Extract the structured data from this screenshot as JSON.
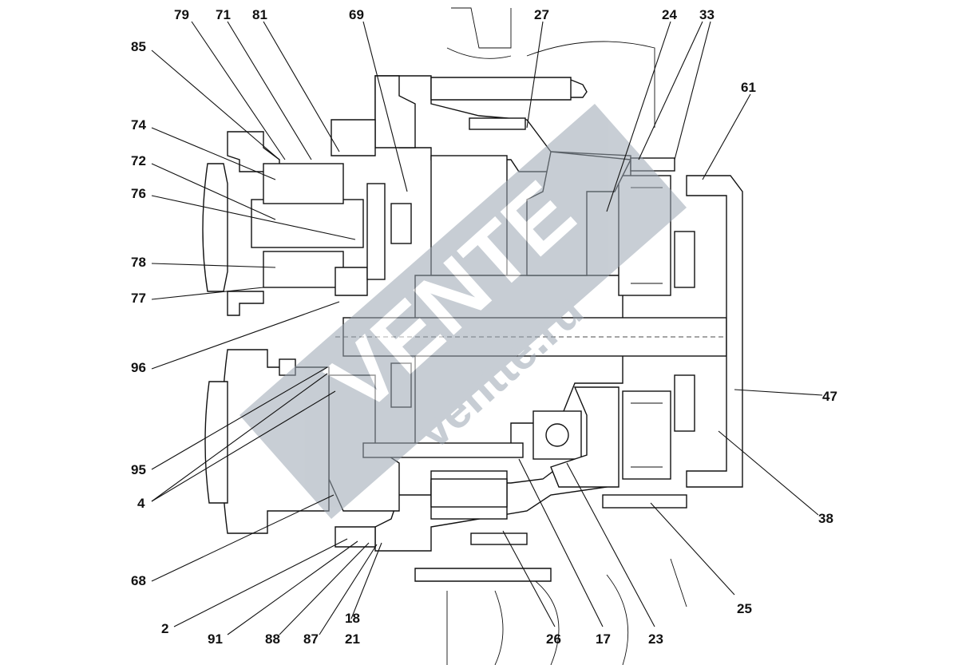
{
  "drawing": {
    "callouts": [
      "79",
      "71",
      "81",
      "69",
      "27",
      "24",
      "33",
      "85",
      "74",
      "72",
      "76",
      "78",
      "77",
      "96",
      "95",
      "4",
      "68",
      "2",
      "91",
      "88",
      "87",
      "18",
      "21",
      "26",
      "17",
      "23",
      "25",
      "38",
      "47",
      "61"
    ]
  },
  "watermark": {
    "brand": "VENTE",
    "site": "ventte.ru",
    "color": "#9aa6b2"
  }
}
